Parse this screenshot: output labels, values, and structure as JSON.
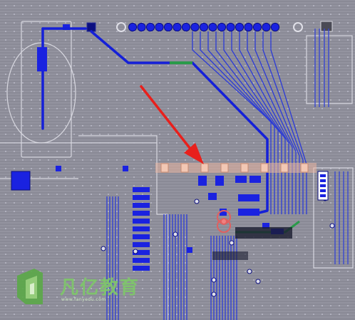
{
  "watermark": {
    "brand": "凡亿教育",
    "site": "www.fanyedu.com"
  },
  "colors": {
    "board": "#8a8a96",
    "outline": "#d8d8e0",
    "top_copper": "#1520d8",
    "bottom_copper": "#2330c8",
    "pad": "#1a22e0",
    "keepout": "#c8c8d0",
    "highlight_net": "#2a9a4a",
    "selected": "#e06060",
    "annotation_arrow": "#e8201c",
    "brand_green": "#7fc66b"
  },
  "annotation": {
    "type": "arrow",
    "icon": "red-arrow-icon"
  },
  "selection": {
    "icon": "selected-via-cluster-icon"
  }
}
